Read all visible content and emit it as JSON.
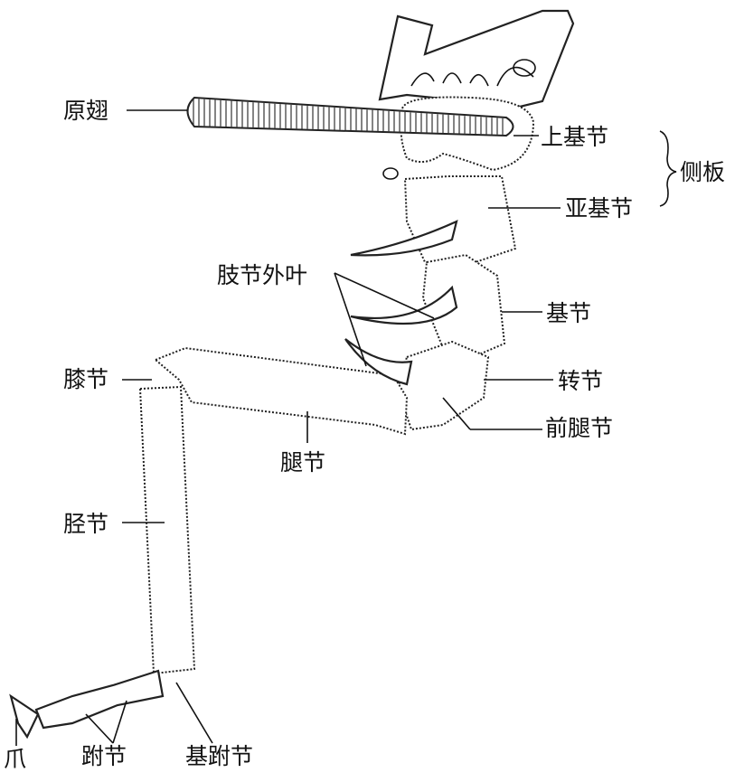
{
  "labels": {
    "primitive_wing": "原翅",
    "supracoxa": "上基节",
    "pleuron": "侧板",
    "subcoxa": "亚基节",
    "exites": "肢节外叶",
    "coxa": "基节",
    "genu": "膝节",
    "trochanter": "转节",
    "prefemur": "前腿节",
    "femur": "腿节",
    "tibia": "胫节",
    "claw": "爪",
    "tarsomeres": "跗节",
    "basitarsus": "基跗节"
  }
}
